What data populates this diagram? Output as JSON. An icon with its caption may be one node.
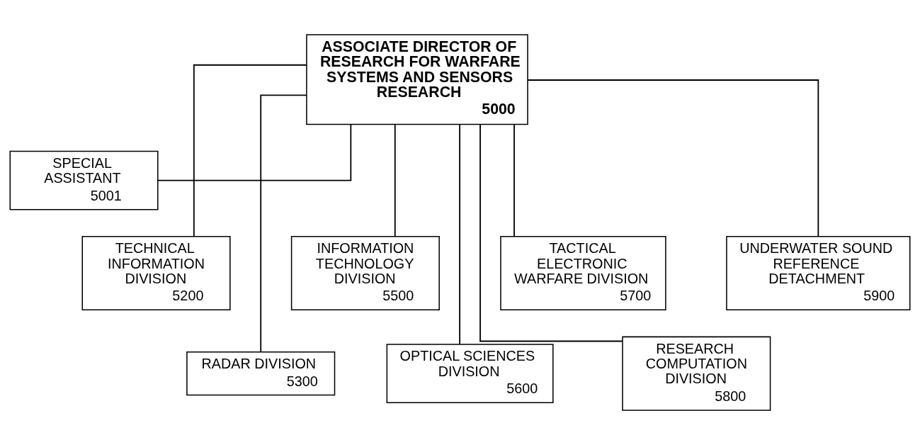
{
  "diagram": {
    "nodes": [
      {
        "text": [
          "ASSOCIATE DIRECTOR OF RESEARCH FOR WARFARE SYSTEMS AND SENSORS RESEARCH",
          "5000"
        ]
      },
      {
        "text": [
          "SPECIAL ASSISTANT",
          "5001"
        ]
      },
      {
        "text": [
          "TECHNICAL INFORMATION DIVISION",
          "5200"
        ]
      },
      {
        "text": [
          "RADAR DIVISION",
          "5300"
        ]
      },
      {
        "text": [
          "INFORMATION TECHNOLOGY DIVISION",
          "5500"
        ]
      },
      {
        "text": [
          "OPTICAL SCIENCES DIVISION",
          "5600"
        ]
      },
      {
        "text": [
          "TACTICAL ELECTRONIC WARFARE DIVISION",
          "5700"
        ]
      },
      {
        "text": [
          "RESEARCH COMPUTATION DIVISION",
          "5800"
        ]
      },
      {
        "text": [
          "UNDERWATER SOUND REFERENCE DETACHMENT",
          "5900"
        ]
      }
    ],
    "edges": [
      {
        "from": 0,
        "to": 1,
        "arrow": "none"
      },
      {
        "from": 0,
        "to": 2,
        "arrow": "none"
      },
      {
        "from": 0,
        "to": 3,
        "arrow": "none"
      },
      {
        "from": 0,
        "to": 4,
        "arrow": "none"
      },
      {
        "from": 0,
        "to": 5,
        "arrow": "none"
      },
      {
        "from": 0,
        "to": 6,
        "arrow": "none"
      },
      {
        "from": 0,
        "to": 7,
        "arrow": "none"
      },
      {
        "from": 0,
        "to": 8,
        "arrow": "none"
      }
    ]
  }
}
